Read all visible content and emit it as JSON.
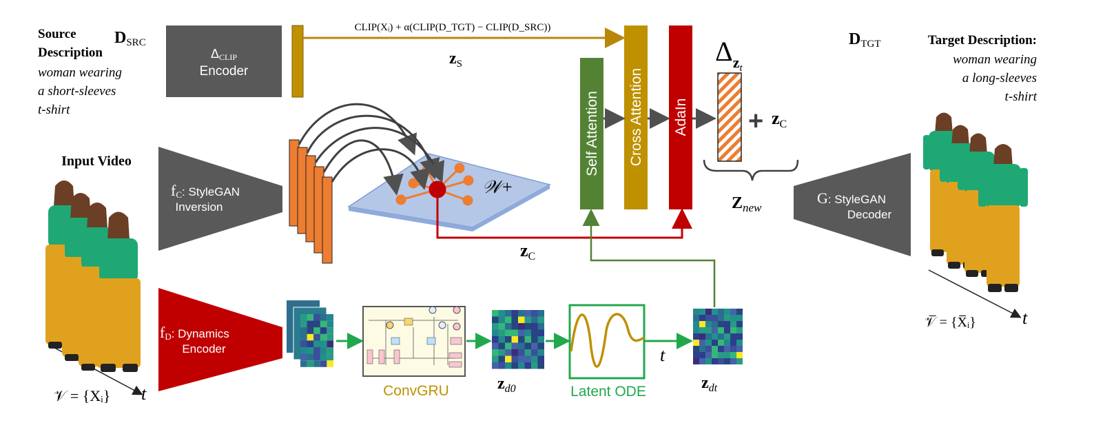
{
  "source": {
    "title_line1": "Source",
    "title_line2": "Description",
    "desc_line1": "woman wearing",
    "desc_line2": "a short-sleeves",
    "desc_line3": "t-shirt",
    "symbol": "D",
    "symbol_sub": "SRC"
  },
  "target": {
    "title": "Target Description:",
    "desc_line1": "woman wearing",
    "desc_line2": "a long-sleeves",
    "desc_line3": "t-shirt",
    "symbol": "D",
    "symbol_sub": "TGT"
  },
  "clip_encoder": {
    "line1": "Δ",
    "line1_sub": "CLIP",
    "line2": "Encoder"
  },
  "clip_formula": "CLIP(Xᵢ) + α(CLIP(D_TGT) − CLIP(D_SRC))",
  "zs": {
    "symbol": "z",
    "sub": "S"
  },
  "input_video": {
    "label": "Input Video",
    "formula": "𝒱 = {Xᵢ}",
    "t": "t"
  },
  "fc": {
    "symbol": "f",
    "sub": "C",
    "line1": ": StyleGAN",
    "line2": "Inversion"
  },
  "fd": {
    "symbol": "f",
    "sub": "D",
    "line1": ": Dynamics",
    "line2": "Encoder"
  },
  "wplus": "𝒲+",
  "zc": {
    "symbol": "z",
    "sub": "C"
  },
  "blocks": {
    "self_attention": "Self Attention",
    "cross_attention": "Cross Attention",
    "adain": "AdaIn"
  },
  "delta_zt": {
    "symbol": "Δ",
    "sub": "z",
    "subsub": "t"
  },
  "plus_zc": {
    "plus": "+",
    "symbol": "z",
    "sub": "C"
  },
  "znew": {
    "symbol": "Z",
    "sub": "new"
  },
  "decoder": {
    "symbol": "G",
    "line1": ": StyleGAN",
    "line2": "Decoder"
  },
  "output_video": {
    "formula": "𝒱̅ = {X̅ᵢ}",
    "t": "t"
  },
  "convgru": {
    "label": "ConvGRU"
  },
  "zd0": {
    "symbol": "z",
    "sub": "d0"
  },
  "latent_ode": {
    "label": "Latent ODE",
    "t": "t"
  },
  "zdt": {
    "symbol": "z",
    "sub": "dt"
  },
  "colors": {
    "gray": "#595959",
    "gold": "#b8860b",
    "orange": "#ed7d31",
    "green": "#538135",
    "red": "#c00000",
    "ode_green": "#21a84c",
    "plane": "#b4c7e7",
    "pants": "#e0a21e",
    "shirt": "#1fa874"
  }
}
